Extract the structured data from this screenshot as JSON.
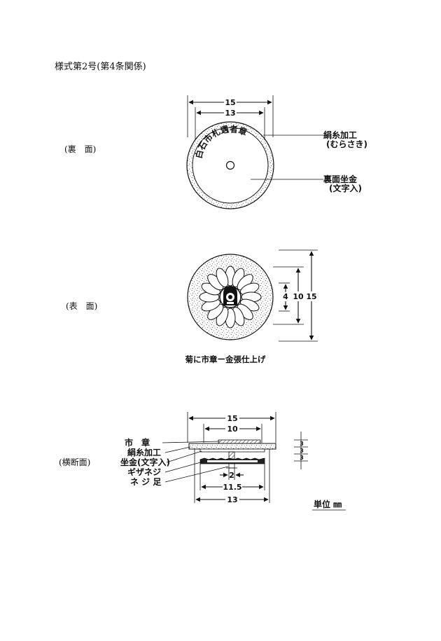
{
  "form_title": "様式第2号(第4条関係)",
  "views": {
    "back_label": "(裏　面)",
    "front_label": "(表　面)",
    "cross_label": "(横断面)"
  },
  "back": {
    "dim_outer": "15",
    "dim_inner": "13",
    "ring_text": "白石市札遇者章",
    "callout_silk": "絹糸加工",
    "callout_silk_sub": "(むらさき)",
    "callout_plate": "裏面坐金",
    "callout_plate_sub": "(文字入)"
  },
  "front": {
    "dim_4": "4",
    "dim_10": "10",
    "dim_15": "15",
    "caption": "菊に市章ー金張仕上げ"
  },
  "cross": {
    "dim_15": "15",
    "dim_10": "10",
    "dim_2": "2",
    "dim_11_5": "11.5",
    "dim_13": "13",
    "right_dims": [
      "3",
      "3",
      "3"
    ],
    "parts": [
      "市　章",
      "絹糸加工",
      "坐金(文字入)",
      "ギザネジ",
      "ネ ジ 足"
    ],
    "unit": "単位 ㎜"
  }
}
